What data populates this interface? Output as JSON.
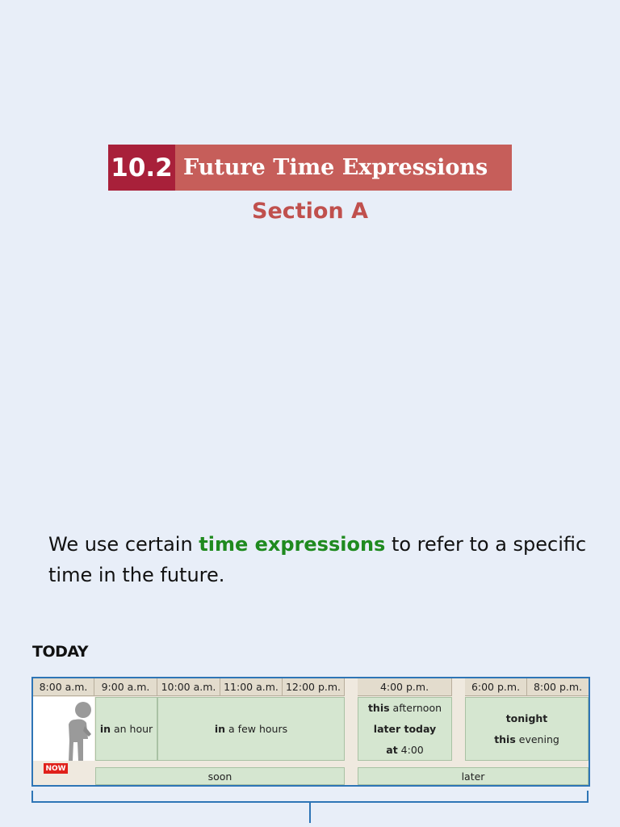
{
  "header": {
    "number": "10.2",
    "title": "Future Time Expressions",
    "section": "Section A"
  },
  "intro": {
    "before": "We use certain ",
    "highlight": "time expressions",
    "after": " to refer to a specific time in the future."
  },
  "today_label": "TODAY",
  "timeline": {
    "times": {
      "t8am": "8:00 a.m.",
      "t9am": "9:00 a.m.",
      "t10am": "10:00 a.m.",
      "t11am": "11:00 a.m.",
      "t12pm": "12:00 p.m.",
      "t4pm": "4:00 p.m.",
      "t6pm": "6:00 p.m.",
      "t8pm": "8:00 p.m."
    },
    "now_badge": "NOW",
    "in_an_hour": {
      "bold": "in",
      "rest": " an hour"
    },
    "in_a_few_hours": {
      "bold": "in",
      "rest": " a few hours"
    },
    "afternoon": {
      "this_bold": "this",
      "this_rest": " afternoon",
      "later_today": "later today",
      "at_bold": "at",
      "at_rest": " 4:00"
    },
    "evening": {
      "tonight": "tonight",
      "this_bold": "this",
      "this_rest": " evening"
    },
    "soon": "soon",
    "later": "later"
  },
  "colors": {
    "title_number_bg": "#a8203a",
    "title_text_bg": "#c65e5a",
    "section_text": "#c0504d",
    "highlight": "#1f8a1f",
    "timeline_border": "#2e75b6",
    "cell_green": "#d5e6d0",
    "now_badge": "#e0201a"
  },
  "icons": [
    "walking-person-icon",
    "bracket-icon"
  ]
}
